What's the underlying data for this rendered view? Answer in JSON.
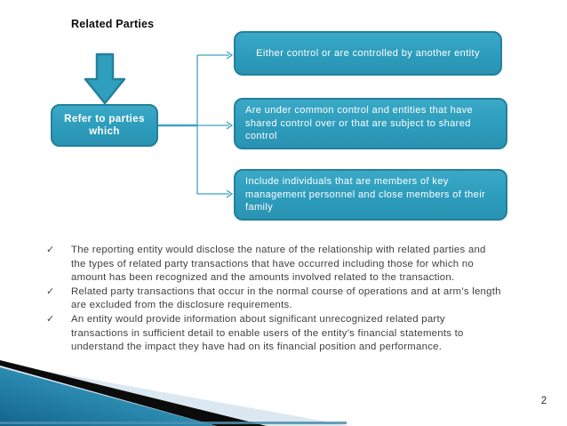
{
  "slide": {
    "title": "Related Parties",
    "page_number": "2"
  },
  "diagram": {
    "source_box": "Refer to parties which",
    "target_boxes": [
      "Either control or are controlled by another entity",
      "Are under common control and entities that have shared control over or that are subject to shared control",
      "Include individuals that are members of key management personnel and close members of their family"
    ]
  },
  "bullets": {
    "marker": "✓",
    "items": [
      "The reporting entity would disclose the nature of the relationship with related parties and the types of related party transactions that have occurred including those for which no amount has been recognized and the amounts involved related to the transaction.",
      "Related party transactions that occur in the normal course of operations and at arm’s length are excluded from the disclosure requirements.",
      "An entity would provide information about significant unrecognized related party transactions in sufficient detail to enable users of the entity’s financial statements to understand the impact they have had on its financial position and performance."
    ]
  },
  "colors": {
    "shape_fill": "#2f9fbe",
    "shape_border": "#23809c",
    "connector": "#3fa3c2",
    "body_text": "#3f3f3f",
    "decoration_teal_light": "#58b4d3",
    "decoration_teal_dark": "#11648d",
    "decoration_pale": "#dbe8f1",
    "decoration_black": "#0b0b0b"
  }
}
